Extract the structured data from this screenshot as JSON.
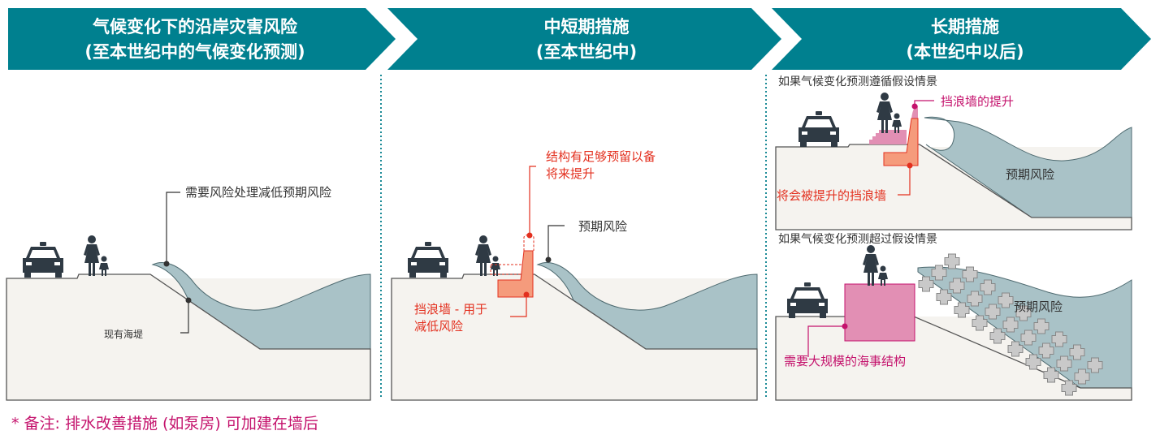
{
  "headers": [
    {
      "line1": "气候变化下的沿岸灾害风险",
      "line2": "(至本世纪中的气候变化预测)"
    },
    {
      "line1": "中短期措施",
      "line2": "(至本世纪中)"
    },
    {
      "line1": "长期措施",
      "line2": "(本世纪中以后)"
    }
  ],
  "panel1": {
    "risk_label": "需要风险处理减低预期风险",
    "seawall_label": "现有海堤"
  },
  "panel2": {
    "reserve_label_1": "结构有足够预留以备",
    "reserve_label_2": "将来提升",
    "risk_label": "预期风险",
    "wall_label_1": "挡浪墙 - 用于",
    "wall_label_2": "减低风险"
  },
  "panel3_top": {
    "title": "如果气候变化预测遵循假设情景",
    "raise_label": "挡浪墙的提升",
    "wall_label": "将会被提升的挡浪墙",
    "risk_label": "预期风险"
  },
  "panel3_bottom": {
    "title": "如果气候变化预测超过假设情景",
    "risk_label": "预期风险",
    "structure_label": "需要大规模的海事结构"
  },
  "footnote": "*  备注: 排水改善措施 (如泵房) 可加建在墙后",
  "colors": {
    "header": "#00808f",
    "wave": "#a9c2c7",
    "ground": "#f5f3ef",
    "red": "#e3301f",
    "magenta": "#c4126c",
    "wall_orange": "#f59b7c",
    "wall_pink": "#e28fb4"
  }
}
